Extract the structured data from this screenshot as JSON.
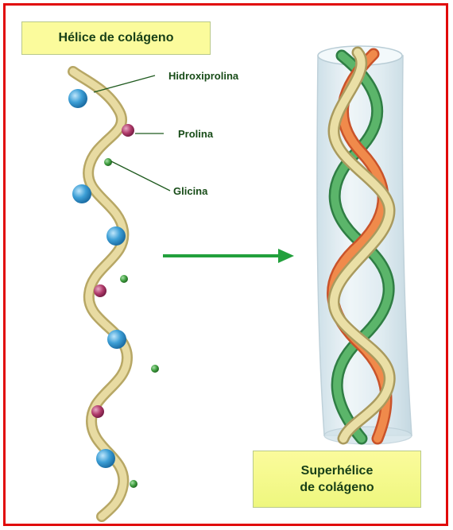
{
  "title": "Hélice de colágeno",
  "labels": {
    "hidroxiprolina": "Hidroxiprolina",
    "prolina": "Prolina",
    "glicina": "Glicina"
  },
  "superhelix": {
    "line1": "Superhélice",
    "line2": "de colágeno"
  },
  "colors": {
    "border": "#e10a0a",
    "label_bg": "#fbfb9c",
    "ribbon": "#dccb8a",
    "hydroxyproline": "#3d9fd6",
    "proline": "#b03a6a",
    "glycine": "#3f9e3f",
    "arrow": "#22a03c",
    "strand_orange": "#f08a4b",
    "strand_green": "#4fa860",
    "strand_cream": "#e9dca0",
    "tube": "#d6e6ee"
  }
}
